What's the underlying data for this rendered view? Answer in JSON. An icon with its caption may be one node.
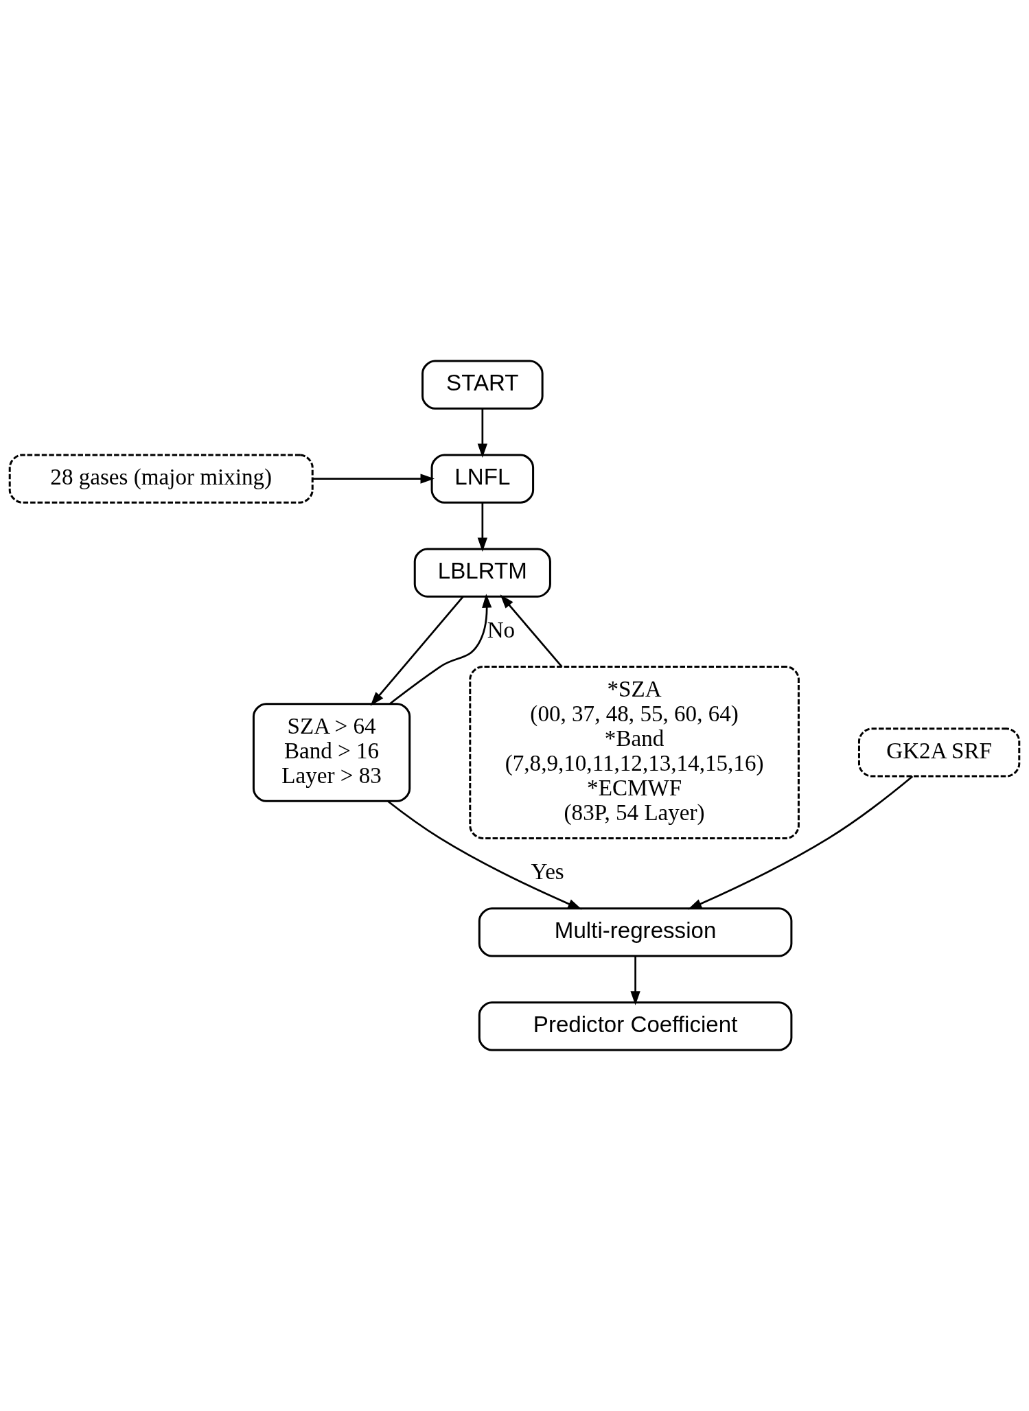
{
  "diagram": {
    "nodes": [
      {
        "text": [
          "START"
        ]
      },
      {
        "text": [
          "28 gases (major mixing)"
        ]
      },
      {
        "text": [
          "LNFL"
        ]
      },
      {
        "text": [
          "LBLRTM"
        ]
      },
      {
        "text": [
          "*SZA",
          "(00, 37, 48, 55, 60, 64)",
          "*Band",
          "(7,8,9,10,11,12,13,14,15,16)",
          "*ECMWF",
          "(83P, 54 Layer)"
        ]
      },
      {
        "text": [
          "SZA > 64",
          "Band > 16",
          "Layer > 83"
        ]
      },
      {
        "text": [
          "GK2A SRF"
        ]
      },
      {
        "text": [
          "Multi-regression"
        ]
      },
      {
        "text": [
          "Predictor Coefficient"
        ]
      }
    ],
    "edges": [
      {
        "from": 0,
        "to": 2,
        "arrow": "to"
      },
      {
        "from": 1,
        "to": 2,
        "arrow": "to"
      },
      {
        "from": 2,
        "to": 3,
        "arrow": "to"
      },
      {
        "from": 4,
        "to": 3,
        "arrow": "to"
      },
      {
        "from": 3,
        "to": 5,
        "arrow": "to"
      },
      {
        "from": 5,
        "to": 3,
        "arrow": "to",
        "label": "No"
      },
      {
        "from": 5,
        "to": 7,
        "arrow": "to",
        "label": "Yes"
      },
      {
        "from": 6,
        "to": 7,
        "arrow": "to"
      },
      {
        "from": 7,
        "to": 8,
        "arrow": "to"
      }
    ]
  }
}
